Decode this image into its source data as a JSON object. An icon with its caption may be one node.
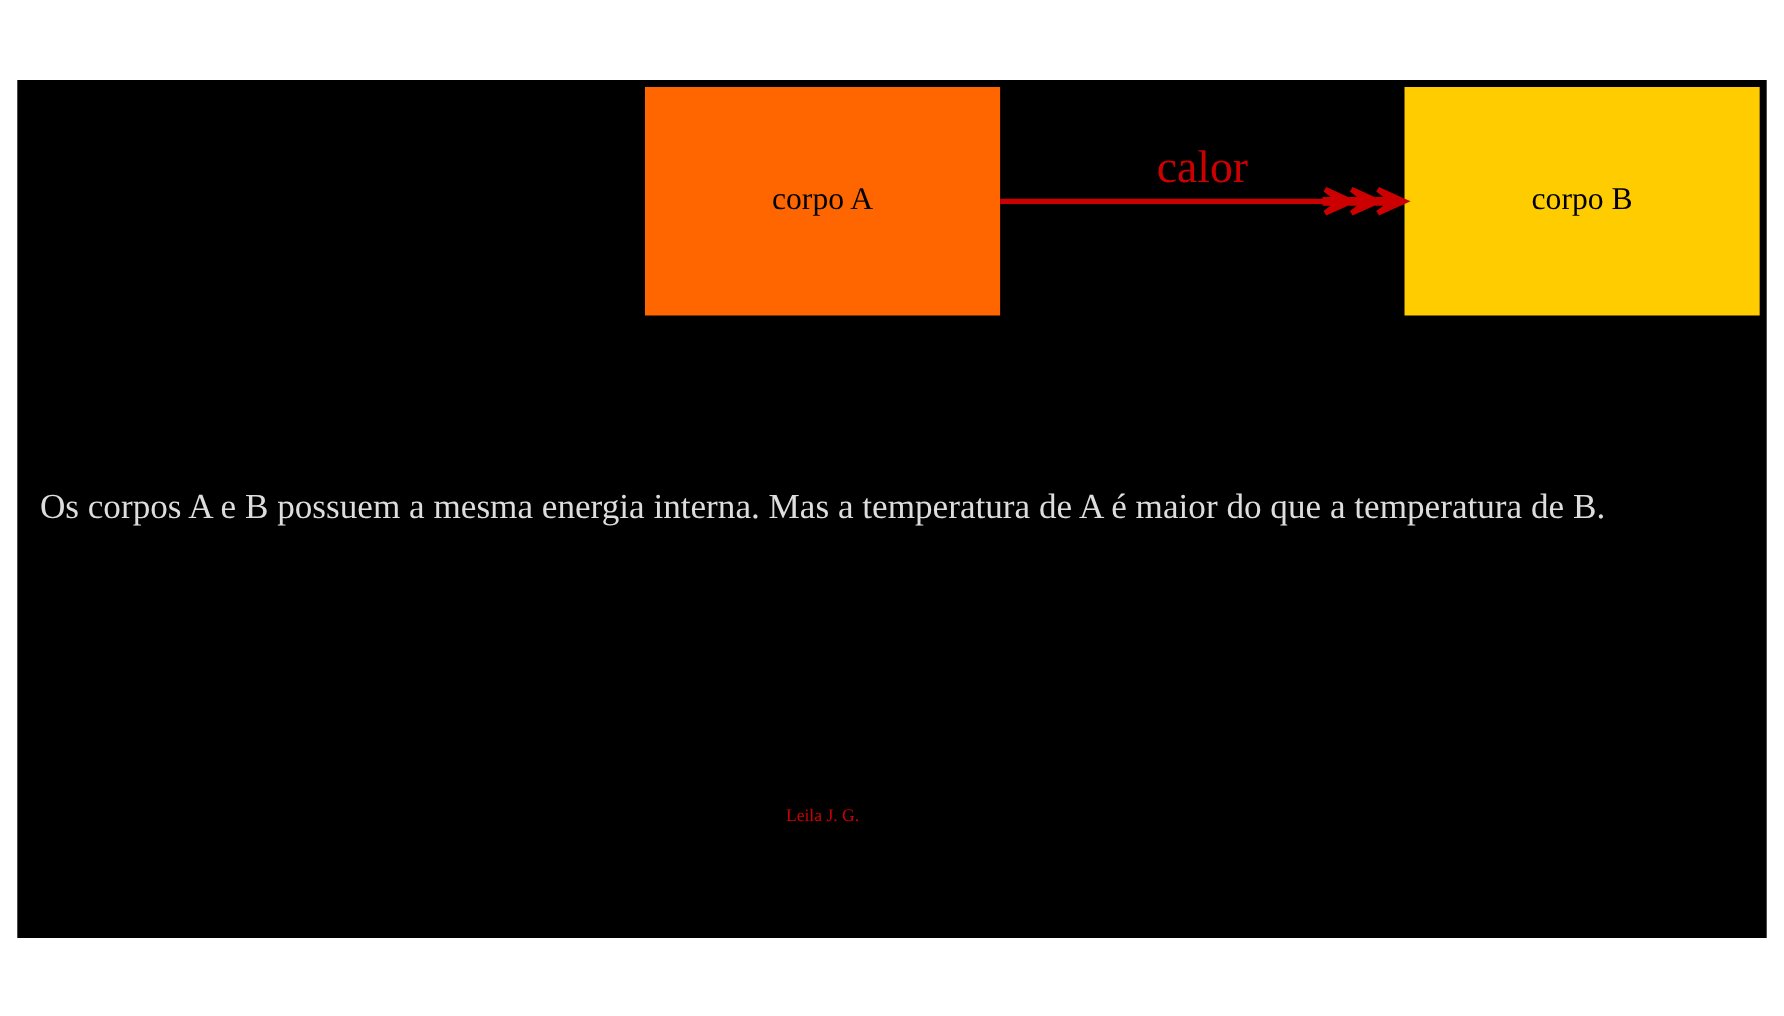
{
  "diagram": {
    "nodes": [
      {
        "text": [
          "corpo A"
        ]
      },
      {
        "text": [
          "corpo B"
        ]
      }
    ],
    "edges": [
      {
        "from": 0,
        "to": 1,
        "arrow": "to",
        "label": "calor",
        "color": "#cc0000"
      }
    ],
    "labels": [
      "Os corpos A e B possuem a mesma energia interna. Mas a temperatura de A é maior do que a temperatura de B.",
      "Leila J. G."
    ]
  }
}
